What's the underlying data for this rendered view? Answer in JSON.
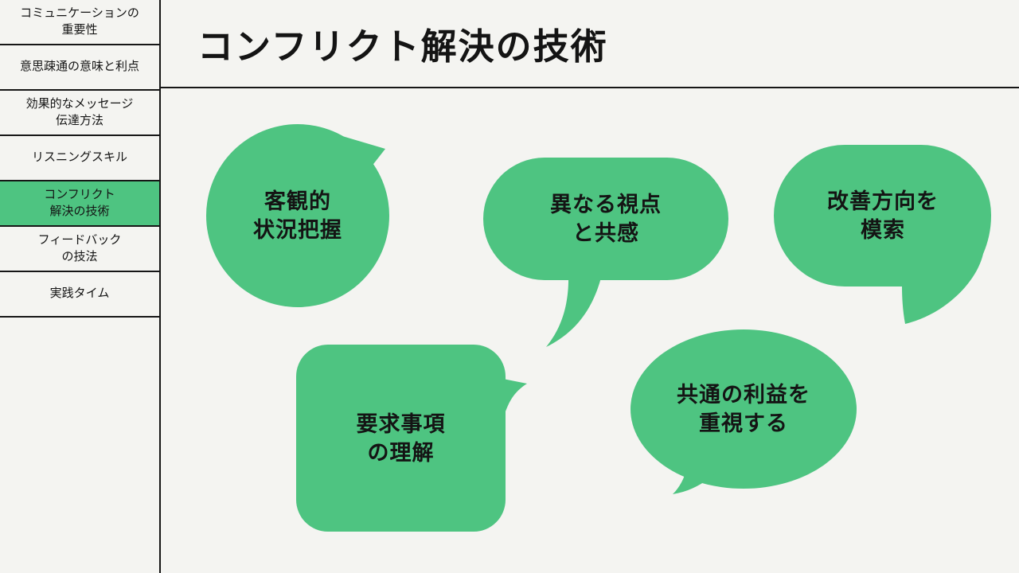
{
  "theme": {
    "background": "#f4f4f1",
    "bubble_green": "#4ec481",
    "line_black": "#161616",
    "text_black": "#141414"
  },
  "sidebar": {
    "items": [
      {
        "label": "コミュニケーションの\n重要性",
        "active": false
      },
      {
        "label": "意思疎通の意味と利点",
        "active": false
      },
      {
        "label": "効果的なメッセージ\n伝達方法",
        "active": false
      },
      {
        "label": "リスニングスキル",
        "active": false
      },
      {
        "label": "コンフリクト\n解決の技術",
        "active": true
      },
      {
        "label": "フィードバック\nの技法",
        "active": false
      },
      {
        "label": "実践タイム",
        "active": false
      }
    ]
  },
  "header": {
    "title": "コンフリクト解決の技術"
  },
  "bubbles": [
    {
      "id": "objective-grasp",
      "label": "客観的\n状況把握",
      "shape": "circle-speech-bubble-tail-top-right"
    },
    {
      "id": "different-perspectives",
      "label": "異なる視点\nと共感",
      "shape": "stadium-speech-bubble-tail-bottom-left"
    },
    {
      "id": "improvement-direction",
      "label": "改善方向を\n模索",
      "shape": "stadium-speech-bubble-tail-bottom-right"
    },
    {
      "id": "understanding-requirements",
      "label": "要求事項\nの理解",
      "shape": "rounded-square-speech-bubble-tail-right"
    },
    {
      "id": "common-interests",
      "label": "共通の利益を\n重視する",
      "shape": "ellipse-speech-bubble-tail-bottom-left"
    }
  ]
}
